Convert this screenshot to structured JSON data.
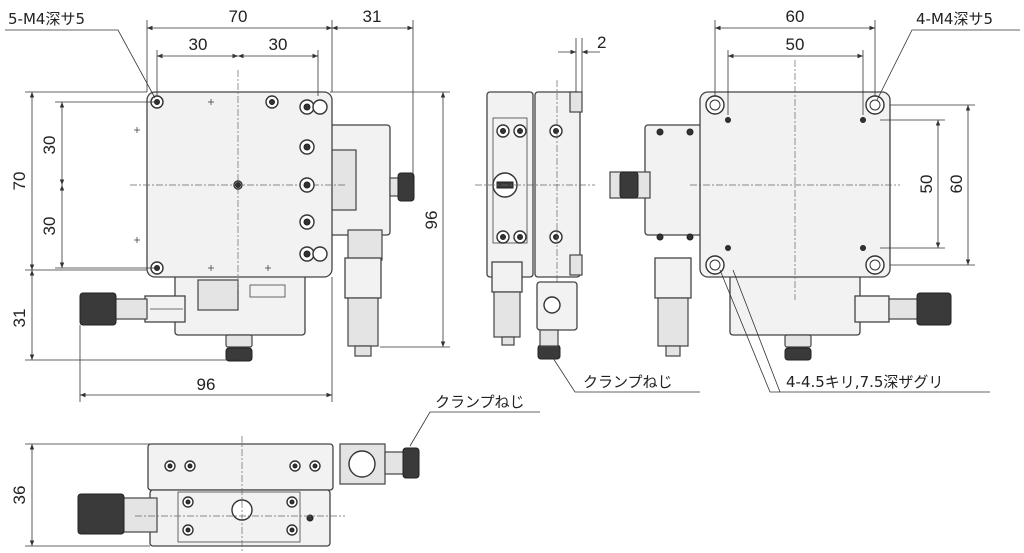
{
  "dimensions": {
    "top_width_overall": "70",
    "top_half_left": "30",
    "top_half_right": "30",
    "top_micrometer_offset": "31",
    "left_height_overall": "70",
    "left_half_upper": "30",
    "left_half_lower": "30",
    "left_micrometer_offset": "31",
    "right_height": "96",
    "bottom_width": "96",
    "side_thickness": "2",
    "right_view_width_outer": "60",
    "right_view_width_inner": "50",
    "right_view_height_inner": "50",
    "right_view_height_outer": "60",
    "front_height": "36"
  },
  "annotations": {
    "tapped_holes_5": "5-M4深サ5",
    "tapped_holes_4": "4-M4深サ5",
    "clamp_screw_side": "クランプねじ",
    "clamp_screw_front": "クランプねじ",
    "counterbore_holes": "4-4.5キリ,7.5深ザグリ"
  },
  "colors": {
    "line": "#444444",
    "fill": "#f2f2f2",
    "dark": "#3a3a3a"
  }
}
